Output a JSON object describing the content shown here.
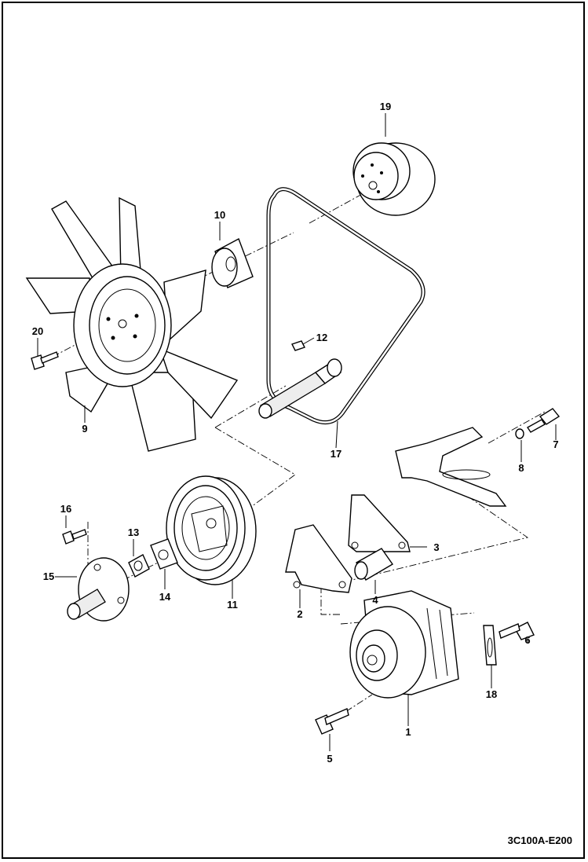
{
  "diagram_ref": "3C100A-E200",
  "callouts": [
    "1",
    "2",
    "3",
    "4",
    "5",
    "6",
    "7",
    "8",
    "9",
    "10",
    "11",
    "12",
    "13",
    "14",
    "15",
    "16",
    "17",
    "18",
    "19",
    "20"
  ]
}
